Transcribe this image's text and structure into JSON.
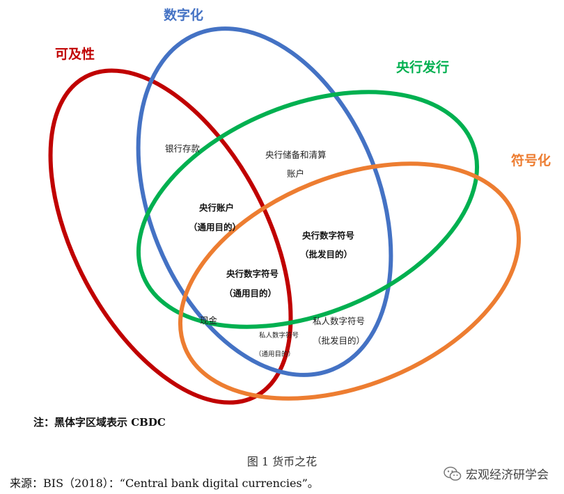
{
  "diagram": {
    "sets": [
      {
        "id": "accessible",
        "label": "可及性",
        "color": "#c00000"
      },
      {
        "id": "digital",
        "label": "数字化",
        "color": "#4472c4"
      },
      {
        "id": "central_bank_issued",
        "label": "央行发行",
        "color": "#00b050"
      },
      {
        "id": "token_based",
        "label": "符号化",
        "color": "#ed7d31"
      }
    ],
    "regions": {
      "bank_deposits": "银行存款",
      "cb_reserves_line1": "央行储备和清算",
      "cb_reserves_line2": "账户",
      "cb_accounts_line1": "央行账户",
      "cb_accounts_line2": "（通用目的）",
      "cb_token_wholesale_line1": "央行数字符号",
      "cb_token_wholesale_line2": "（批发目的）",
      "cb_token_general_line1": "央行数字符号",
      "cb_token_general_line2": "（通用目的）",
      "cash": "现金",
      "private_token_wholesale_line1": "私人数字符号",
      "private_token_wholesale_line2": "（批发目的）",
      "private_token_general_line1": "私人数字符号",
      "private_token_general_line2": "（通用目的）"
    }
  },
  "note": "注：黑体字区域表示 CBDC",
  "caption": "图 1  货币之花",
  "source": "来源：BIS（2018）：“Central bank digital currencies”。",
  "watermark": {
    "text": "宏观经济研学会",
    "icon": "wechat-icon"
  }
}
